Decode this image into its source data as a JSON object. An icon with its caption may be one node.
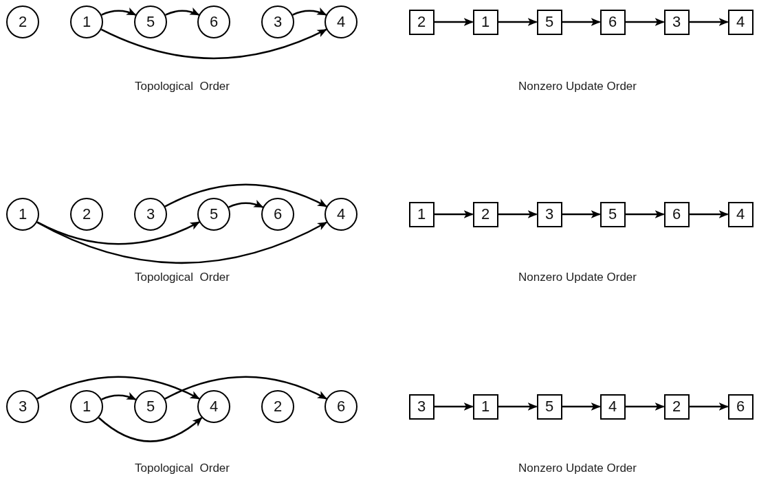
{
  "diagram": {
    "nodes": [
      {
        "text": [
          "2"
        ]
      },
      {
        "text": [
          "1"
        ]
      },
      {
        "text": [
          "5"
        ]
      },
      {
        "text": [
          "6"
        ]
      },
      {
        "text": [
          "3"
        ]
      },
      {
        "text": [
          "4"
        ]
      },
      {
        "text": [
          "2"
        ]
      },
      {
        "text": [
          "1"
        ]
      },
      {
        "text": [
          "5"
        ]
      },
      {
        "text": [
          "6"
        ]
      },
      {
        "text": [
          "3"
        ]
      },
      {
        "text": [
          "4"
        ]
      },
      {
        "text": [
          "1"
        ]
      },
      {
        "text": [
          "2"
        ]
      },
      {
        "text": [
          "3"
        ]
      },
      {
        "text": [
          "5"
        ]
      },
      {
        "text": [
          "6"
        ]
      },
      {
        "text": [
          "4"
        ]
      },
      {
        "text": [
          "1"
        ]
      },
      {
        "text": [
          "2"
        ]
      },
      {
        "text": [
          "3"
        ]
      },
      {
        "text": [
          "5"
        ]
      },
      {
        "text": [
          "6"
        ]
      },
      {
        "text": [
          "4"
        ]
      },
      {
        "text": [
          "3"
        ]
      },
      {
        "text": [
          "1"
        ]
      },
      {
        "text": [
          "5"
        ]
      },
      {
        "text": [
          "4"
        ]
      },
      {
        "text": [
          "2"
        ]
      },
      {
        "text": [
          "6"
        ]
      },
      {
        "text": [
          "3"
        ]
      },
      {
        "text": [
          "1"
        ]
      },
      {
        "text": [
          "5"
        ]
      },
      {
        "text": [
          "4"
        ]
      },
      {
        "text": [
          "2"
        ]
      },
      {
        "text": [
          "6"
        ]
      }
    ],
    "edges": [
      {
        "from": 1,
        "to": 2,
        "arrow": "to"
      },
      {
        "from": 2,
        "to": 3,
        "arrow": "to"
      },
      {
        "from": 4,
        "to": 5,
        "arrow": "to"
      },
      {
        "from": 1,
        "to": 5,
        "arrow": "to"
      },
      {
        "from": 6,
        "to": 7,
        "arrow": "to"
      },
      {
        "from": 7,
        "to": 8,
        "arrow": "to"
      },
      {
        "from": 8,
        "to": 9,
        "arrow": "to"
      },
      {
        "from": 9,
        "to": 10,
        "arrow": "to"
      },
      {
        "from": 10,
        "to": 11,
        "arrow": "to"
      },
      {
        "from": 14,
        "to": 17,
        "arrow": "to"
      },
      {
        "from": 15,
        "to": 16,
        "arrow": "to"
      },
      {
        "from": 12,
        "to": 15,
        "arrow": "to"
      },
      {
        "from": 12,
        "to": 17,
        "arrow": "to"
      },
      {
        "from": 18,
        "to": 19,
        "arrow": "to"
      },
      {
        "from": 19,
        "to": 20,
        "arrow": "to"
      },
      {
        "from": 20,
        "to": 21,
        "arrow": "to"
      },
      {
        "from": 21,
        "to": 22,
        "arrow": "to"
      },
      {
        "from": 22,
        "to": 23,
        "arrow": "to"
      },
      {
        "from": 24,
        "to": 27,
        "arrow": "to"
      },
      {
        "from": 26,
        "to": 29,
        "arrow": "to"
      },
      {
        "from": 25,
        "to": 26,
        "arrow": "to"
      },
      {
        "from": 25,
        "to": 27,
        "arrow": "to"
      },
      {
        "from": 30,
        "to": 31,
        "arrow": "to"
      },
      {
        "from": 31,
        "to": 32,
        "arrow": "to"
      },
      {
        "from": 32,
        "to": 33,
        "arrow": "to"
      },
      {
        "from": 33,
        "to": 34,
        "arrow": "to"
      },
      {
        "from": 34,
        "to": 35,
        "arrow": "to"
      }
    ],
    "labels": [
      "Topological  Order",
      "Nonzero Update Order",
      "Topological  Order",
      "Nonzero Update Order",
      "Topological  Order",
      "Nonzero Update Order"
    ]
  }
}
